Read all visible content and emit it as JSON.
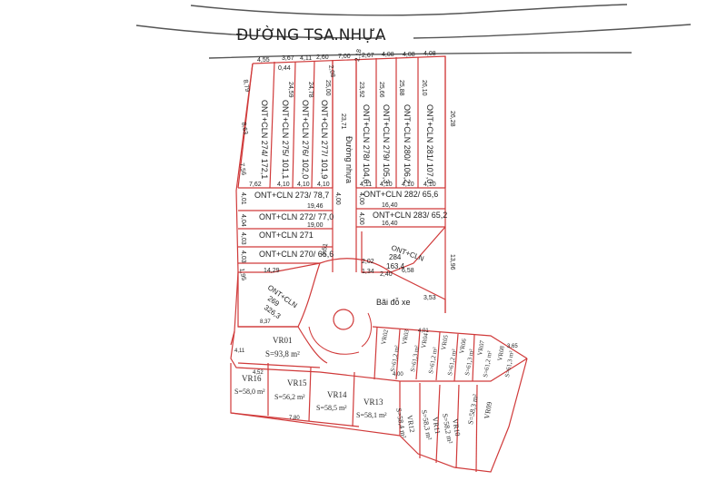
{
  "road_name": "ĐƯỜNG TSA.NHỰA",
  "inner_road_label": "Đường nhựa",
  "parking_label": "Bãi đỗ xe",
  "lots_vertical": [
    {
      "label": "ONT+CLN 274/ 172,1",
      "width": "7,62"
    },
    {
      "label": "ONT+CLN 275/ 101,1",
      "width": "4,10",
      "len": "24,59"
    },
    {
      "label": "ONT+CLN 276/ 102,0",
      "width": "4,10",
      "len": "24,78"
    },
    {
      "label": "ONT+CLN 277/ 101,9",
      "width": "4,10",
      "len": "25,00"
    },
    {
      "label": "ONT+CLN 278/ 104,6",
      "width": "4,11",
      "len": "23,92"
    },
    {
      "label": "ONT+CLN 279/ 105,3",
      "width": "4,10",
      "len": "25,66"
    },
    {
      "label": "ONT+CLN 280/ 106,2",
      "width": "4,10",
      "len": "25,88"
    },
    {
      "label": "ONT+CLN 281/ 107,0",
      "width": "4,10",
      "len": "26,10"
    }
  ],
  "lots_horizontal_left": [
    {
      "label": "ONT+CLN 273/ 78,7",
      "len": "19,46",
      "side": "4,01"
    },
    {
      "label": "ONT+CLN 272/ 77,0",
      "len": "19,00",
      "side": "4,04"
    },
    {
      "label": "ONT+CLN 271",
      "side": "4,03"
    },
    {
      "label": "ONT+CLN 270/ 65,6",
      "len": "14,29",
      "side": "4,03"
    }
  ],
  "lots_horizontal_right": [
    {
      "label": "ONT+CLN 282/ 65,6",
      "len": "16,40",
      "side": "4,00"
    },
    {
      "label": "ONT+CLN 283/ 65,2",
      "len": "16,40",
      "side": "4,00"
    }
  ],
  "lot_284": {
    "l1": "ONT+CLN",
    "l2": "284",
    "l3": "163,4"
  },
  "lot_269": {
    "l1": "ONT+CLN",
    "l2": "269",
    "l3": "326,3"
  },
  "top_dims": [
    "4,55",
    "3,67",
    "4,11",
    "2,60",
    "7,00",
    "2,67",
    "4,08",
    "4,08",
    "4,08"
  ],
  "misc_dims": [
    "0,44",
    "2,08",
    "2,18",
    "8,79",
    "8,63",
    "7,56",
    "23,71",
    "26,28",
    "13,96",
    "2,02",
    "1,34",
    "2,40",
    "6,58",
    "3,53",
    "1,95",
    "5,51",
    "8,37",
    "4,00"
  ],
  "vr_lots": [
    {
      "name": "VR01",
      "area": "S=93,8 m²"
    },
    {
      "name": "VR16",
      "area": "S=58,0 m²"
    },
    {
      "name": "VR15",
      "area": "S=56,2 m²"
    },
    {
      "name": "VR14",
      "area": "S=58,5 m²"
    },
    {
      "name": "VR13",
      "area": "S=58,1 m²"
    },
    {
      "name": "VR12",
      "area": "S=58,4 m²"
    },
    {
      "name": "VR11",
      "area": "S=58,3 m²"
    },
    {
      "name": "VR10",
      "area": "S=58,2 m²"
    },
    {
      "name": "VR09",
      "area": "S=58,3 m²"
    },
    {
      "name": "VR02",
      "area": "S=61,2 m²"
    },
    {
      "name": "VR03",
      "area": "S=61,3 m²"
    },
    {
      "name": "VR04",
      "area": "S=61,2 m²"
    },
    {
      "name": "VR05",
      "area": "S=61,2 m²"
    },
    {
      "name": "VR06",
      "area": "S=61,3 m²"
    },
    {
      "name": "VR07",
      "area": "S=61,2 m²"
    },
    {
      "name": "VR08",
      "area": "S=61,3 m²"
    }
  ],
  "vr_dims": [
    "4,00",
    "4,01",
    "3,65",
    "7,80",
    "4,52",
    "4,11"
  ],
  "colors": {
    "lines": "#d03a3a",
    "road": "#555555",
    "text": "#222222"
  }
}
